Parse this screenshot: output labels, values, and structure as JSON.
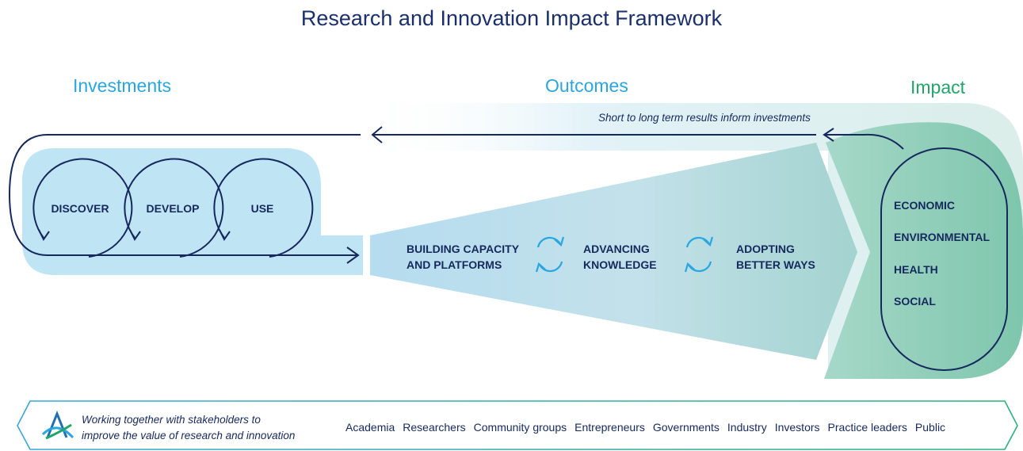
{
  "title": "Research and Innovation Impact Framework",
  "sections": {
    "investments": "Investments",
    "outcomes": "Outcomes",
    "impact": "Impact"
  },
  "feedback_note": "Short to long term results inform investments",
  "investment_stages": [
    "DISCOVER",
    "DEVELOP",
    "USE"
  ],
  "outcomes": {
    "capacity": [
      "BUILDING CAPACITY",
      "AND PLATFORMS"
    ],
    "knowledge": [
      "ADVANCING",
      "KNOWLEDGE"
    ],
    "better_ways": [
      "ADOPTING",
      "BETTER WAYS"
    ]
  },
  "impact_areas": [
    "ECONOMIC",
    "ENVIRONMENTAL",
    "HEALTH",
    "SOCIAL"
  ],
  "stakeholders": {
    "statement": [
      "Working together with stakeholders to",
      "improve the value of research and innovation"
    ],
    "groups": [
      "Academia",
      "Researchers",
      "Community groups",
      "Entrepreneurs",
      "Governments",
      "Industry",
      "Investors",
      "Practice leaders",
      "Public"
    ]
  },
  "colors": {
    "navy": "#16295e",
    "investments_accent": "#2aa6e0",
    "impact_accent": "#23a56a",
    "investments_fill": "#bfe4f4",
    "impact_fill": "#8fcfb4"
  }
}
